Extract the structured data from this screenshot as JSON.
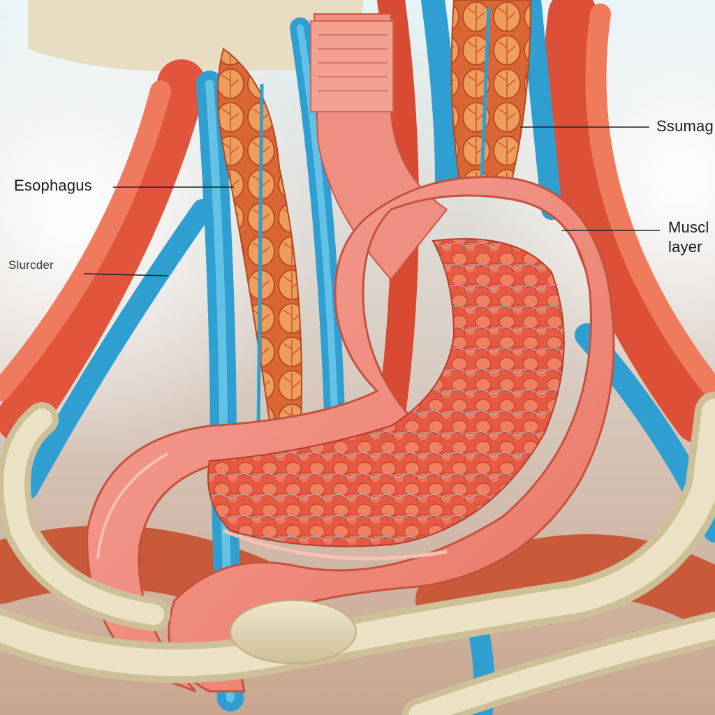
{
  "labels": {
    "esophagus": "Esophagus",
    "sphincter": "Slurcder",
    "stomach": "Ssumag",
    "muscle_line1": "Muscl",
    "muscle_line2": "layer"
  },
  "colors": {
    "background_glow": "#ffffff",
    "background_tint": "#d9eef4",
    "vein_blue": "#2e9fd0",
    "artery_red": "#d9472f",
    "stomach_pink": "#f08a7e",
    "stomach_wall": "#f4a79b",
    "gland_orange": "#e8743c",
    "bone_beige": "#e4d8b8",
    "leader_line": "#222222"
  }
}
